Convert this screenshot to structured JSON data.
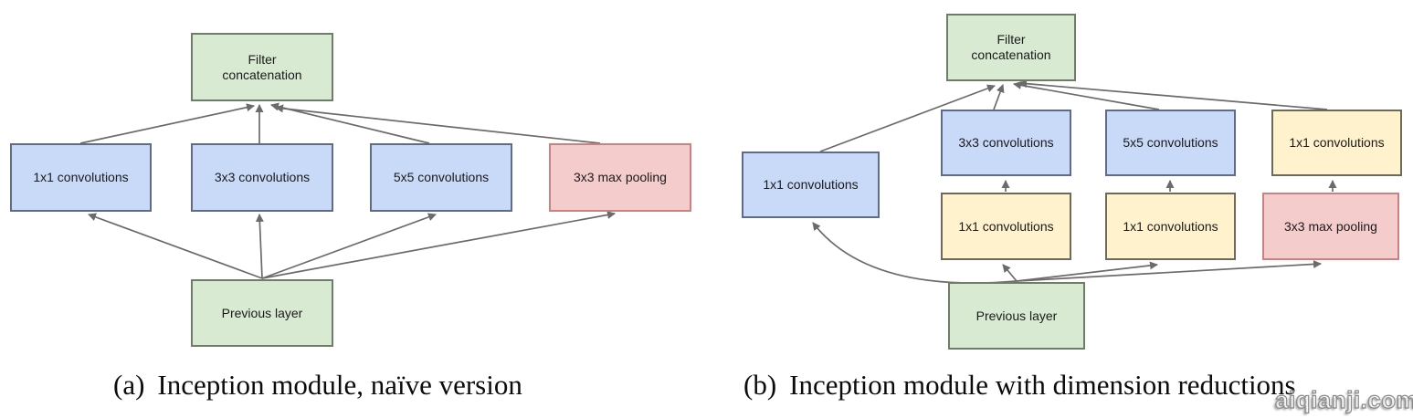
{
  "figure": {
    "a": {
      "caption_label": "(a)",
      "caption_text": "Inception module, naïve version",
      "nodes": {
        "filter_concat": "Filter\nconcatenation",
        "conv1": "1x1 convolutions",
        "conv3": "3x3 convolutions",
        "conv5": "5x5 convolutions",
        "maxpool": "3x3 max pooling",
        "prev": "Previous layer"
      }
    },
    "b": {
      "caption_label": "(b)",
      "caption_text": "Inception module with dimension reductions",
      "nodes": {
        "filter_concat": "Filter\nconcatenation",
        "conv1_left": "1x1 convolutions",
        "conv3": "3x3 convolutions",
        "conv5": "5x5 convolutions",
        "conv1_right": "1x1 convolutions",
        "reduce1": "1x1 convolutions",
        "reduce2": "1x1 convolutions",
        "maxpool": "3x3 max pooling",
        "prev": "Previous layer"
      }
    },
    "watermark": "aiqianji.com",
    "colors": {
      "node_green": "#d9ead3",
      "node_blue": "#c9daf8",
      "node_yellow": "#fff2cc",
      "node_red": "#f4cccc",
      "arrow": "#6b6b6b"
    }
  }
}
